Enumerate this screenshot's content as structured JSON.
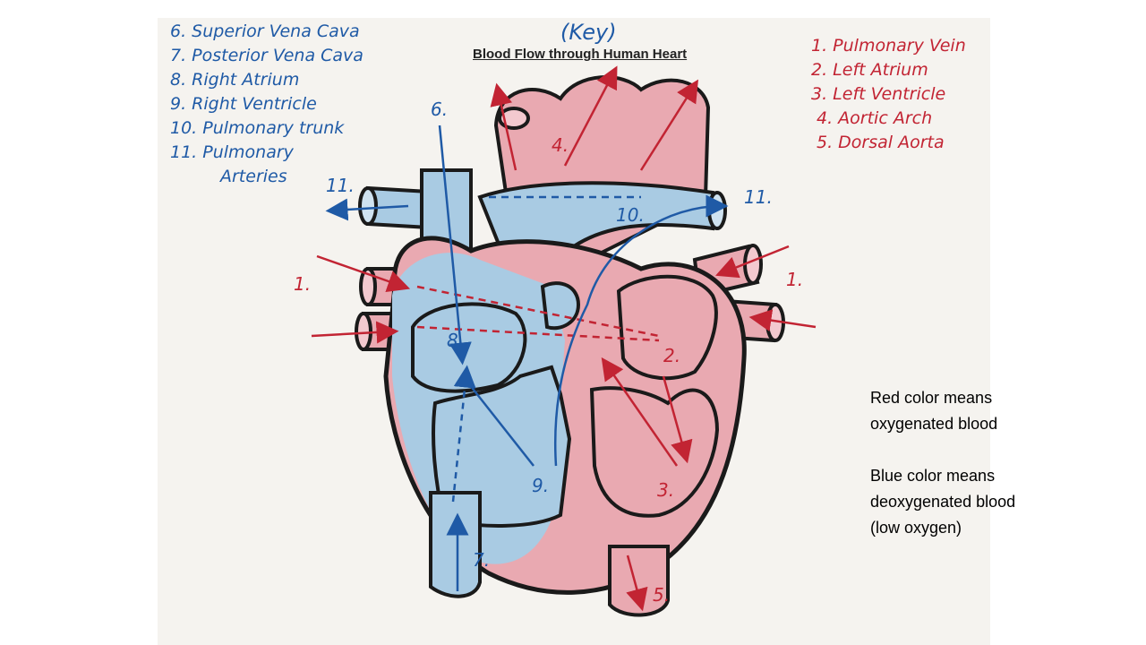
{
  "diagram": {
    "key_label": "(Key)",
    "title": "Blood Flow through Human Heart",
    "legend_blue": [
      "6. Superior Vena Cava",
      "7. Posterior Vena Cava",
      "8. Right Atrium",
      "9. Right Ventricle",
      "10. Pulmonary trunk",
      "11. Pulmonary",
      "Arteries"
    ],
    "legend_red": [
      "1. Pulmonary Vein",
      "2. Left Atrium",
      "3. Left Ventricle",
      "4. Aortic Arch",
      "5. Dorsal Aorta"
    ],
    "labels": {
      "n1_left": "1.",
      "n1_right": "1.",
      "n2": "2.",
      "n3": "3.",
      "n4": "4.",
      "n5": "5.",
      "n6": "6.",
      "n7": "7.",
      "n8": "8.",
      "n9": "9.",
      "n10": "10.",
      "n11_left": "11.",
      "n11_right": "11."
    },
    "colors": {
      "oxygenated": "#e9a9b1",
      "deoxygenated": "#a9cbe3",
      "red_ink": "#c22433",
      "blue_ink": "#1f5aa6",
      "outline": "#1a1a1a"
    }
  },
  "note": {
    "line1": "Red color means",
    "line2": "oxygenated blood",
    "line3": "Blue color means",
    "line4": "deoxygenated blood",
    "line5": "(low oxygen)"
  }
}
